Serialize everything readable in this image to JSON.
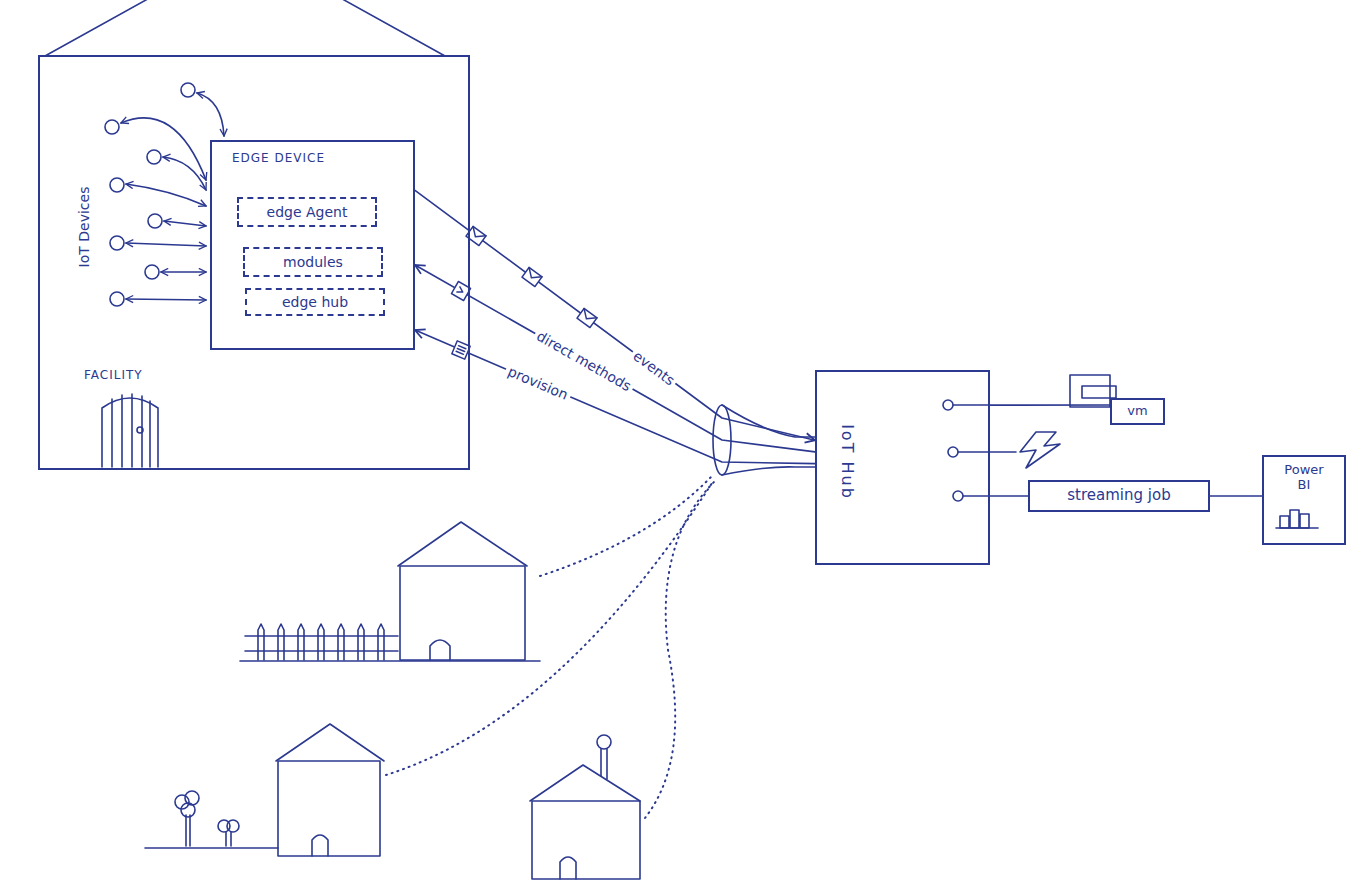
{
  "diagram": {
    "nodes": [
      {
        "text": [
          "IoT Devices",
          "FACILITY"
        ]
      },
      {
        "text": [
          "EDGE DEVICE"
        ],
        "in": 0
      },
      {
        "text": [
          "edge Agent"
        ],
        "in": 1
      },
      {
        "text": [
          "modules"
        ],
        "in": 1
      },
      {
        "text": [
          "edge hub"
        ],
        "in": 1
      },
      {
        "text": [
          "IoT Hub"
        ]
      },
      {
        "text": [
          "vm"
        ]
      },
      {
        "text": [
          "streaming job"
        ]
      },
      {
        "text": [
          "Power BI"
        ]
      }
    ],
    "edges": [
      {
        "from": 1,
        "to": 5,
        "label": "events",
        "arrow": "to"
      },
      {
        "from": 5,
        "to": 1,
        "label": "direct methods",
        "arrow": "to"
      },
      {
        "from": 5,
        "to": 1,
        "label": "provision",
        "arrow": "to"
      },
      {
        "from": 5,
        "to": 6,
        "arrow": "none"
      },
      {
        "from": 5,
        "to": 7,
        "arrow": "none"
      },
      {
        "from": 7,
        "to": 8,
        "arrow": "none"
      }
    ]
  }
}
